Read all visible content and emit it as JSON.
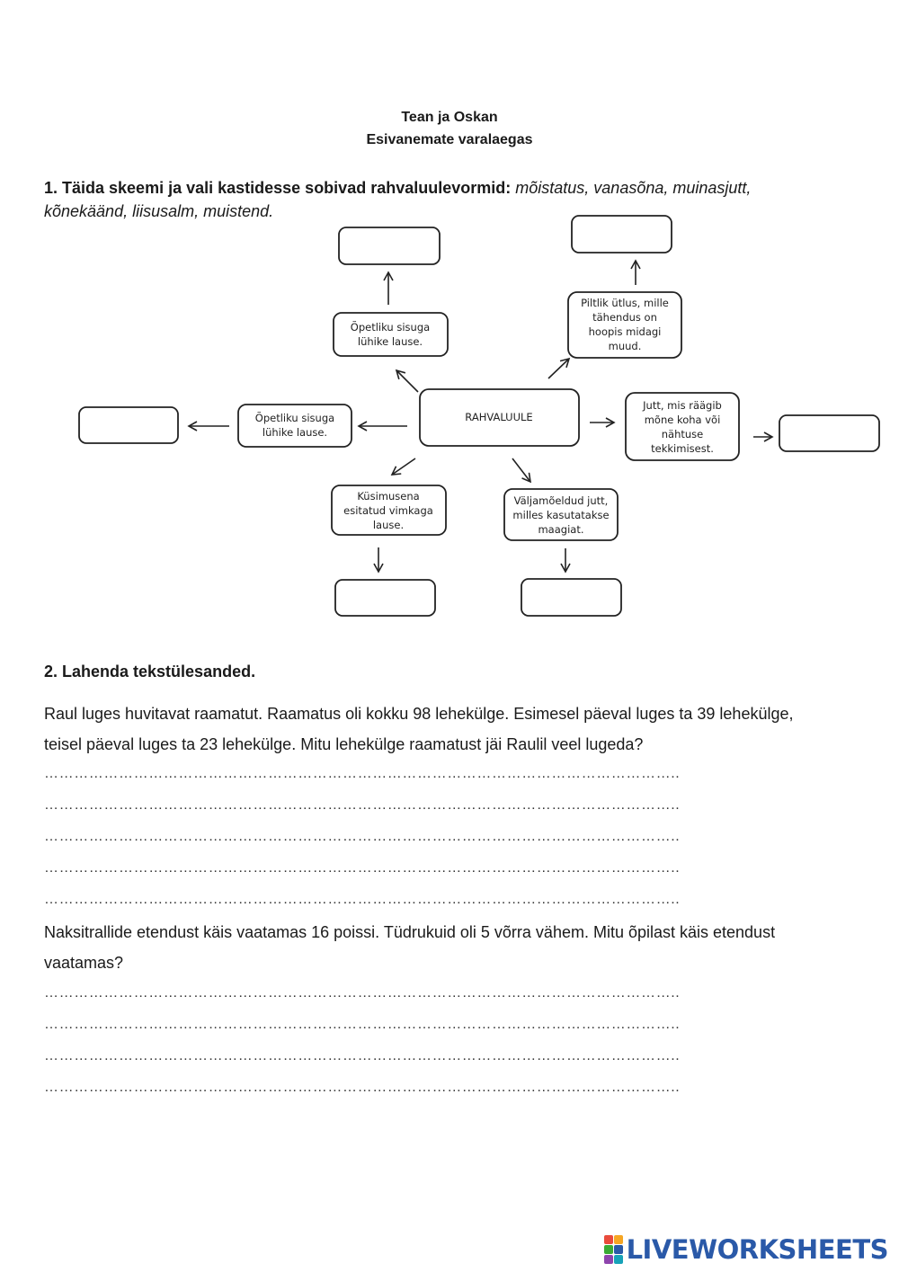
{
  "header": {
    "title": "Tean ja Oskan",
    "subtitle": "Esivanemate varalaegas"
  },
  "task1": {
    "lead": "1. Täida skeemi ja vali kastidesse sobivad rahvaluulevormid:",
    "options": "mõistatus, vanasõna, muinasjutt, kõnekäänd, liisusalm, muistend."
  },
  "diagram": {
    "center": "RAHVALUULE",
    "descriptions": {
      "top_left": [
        "Õpetliku sisuga",
        "lühike lause."
      ],
      "top_right": [
        "Piltlik ütlus, mille",
        "tähendus on",
        "hoopis midagi",
        "muud."
      ],
      "left": [
        "Õpetliku sisuga",
        "lühike lause."
      ],
      "right": [
        "Jutt, mis räägib",
        "mõne koha või",
        "nähtuse",
        "tekkimisest."
      ],
      "bottom_left": [
        "Küsimusena",
        "esitatud vimkaga",
        "lause."
      ],
      "bottom_right": [
        "Väljamõeldud jutt,",
        "milles kasutatakse",
        "maagiat."
      ]
    }
  },
  "task2": {
    "heading": "2. Lahenda tekstülesanded.",
    "problem1": "Raul luges huvitavat raamatut. Raamatus oli kokku 98 lehekülge. Esimesel päeval luges ta 39 lehekülge, teisel päeval luges ta 23 lehekülge. Mitu lehekülge raamatust jäi Raulil veel lugeda?",
    "problem2": "Naksitrallide etendust käis vaatamas 16 poissi. Tüdrukuid oli 5 võrra vähem. Mitu õpilast käis etendust vaatamas?",
    "answer_line": "……………………………………………………………………………………………………………….."
  },
  "footer": {
    "brand": "LIVEWORKSHEETS",
    "logo_colors": [
      "#e94b3c",
      "#f6a623",
      "#3aaa35",
      "#2a59a8",
      "#8e44ad",
      "#17a2b8"
    ]
  }
}
